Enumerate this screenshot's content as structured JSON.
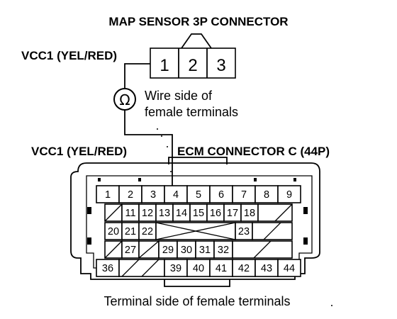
{
  "labels": {
    "map_title": "MAP SENSOR 3P CONNECTOR",
    "vcc1_top": "VCC1 (YEL/RED)",
    "ohm_symbol": "Ω",
    "wire_side_line1": "Wire side of",
    "wire_side_line2": "female terminals",
    "vcc1_ecm": "VCC1 (YEL/RED)",
    "ecm_title": "ECM CONNECTOR C (44P)",
    "terminal_side": "Terminal side of female terminals"
  },
  "map_terminals": [
    "1",
    "2",
    "3"
  ],
  "ecm_rows": [
    [
      "1",
      "2",
      "3",
      "4",
      "5",
      "6",
      "7",
      "8",
      "9"
    ],
    [
      "11",
      "12",
      "13",
      "14",
      "15",
      "16",
      "17",
      "18"
    ],
    [
      "20",
      "21",
      "22",
      "23"
    ],
    [
      "27",
      "29",
      "30",
      "31",
      "32"
    ],
    [
      "36",
      "39",
      "40",
      "41",
      "42",
      "43",
      "44"
    ]
  ]
}
